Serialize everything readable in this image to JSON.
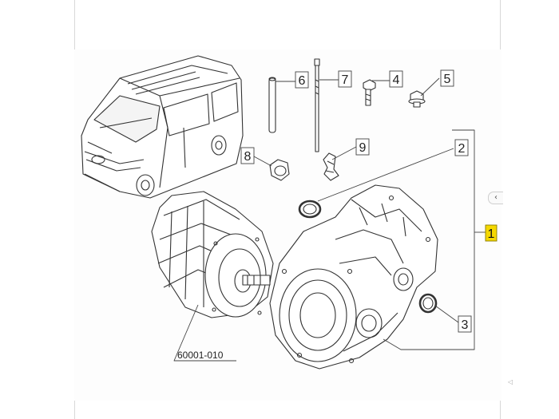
{
  "diagram": {
    "callouts": [
      {
        "id": "1",
        "label": "1",
        "highlighted": true
      },
      {
        "id": "2",
        "label": "2"
      },
      {
        "id": "3",
        "label": "3"
      },
      {
        "id": "4",
        "label": "4"
      },
      {
        "id": "5",
        "label": "5"
      },
      {
        "id": "6",
        "label": "6"
      },
      {
        "id": "7",
        "label": "7"
      },
      {
        "id": "8",
        "label": "8"
      },
      {
        "id": "9",
        "label": "9"
      }
    ],
    "part_reference": "60001-010",
    "highlight_color": "#f5d800"
  },
  "viewer": {
    "side_tab_glyph": "‹",
    "corner_glyph": "◁"
  }
}
